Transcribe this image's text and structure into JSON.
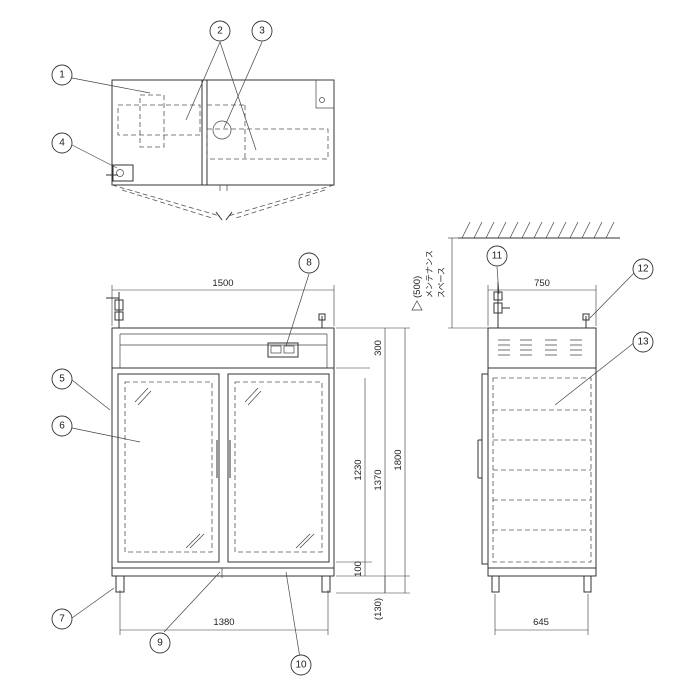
{
  "callouts": [
    "1",
    "2",
    "3",
    "4",
    "5",
    "6",
    "7",
    "8",
    "9",
    "10",
    "11",
    "12",
    "13"
  ],
  "dimensions": {
    "front_width": "1500",
    "door_width": "1380",
    "top_panel": "300",
    "door_height": "1230",
    "body_height": "1370",
    "total_height": "1800",
    "base": "100",
    "legs": "(130)",
    "side_depth": "750",
    "side_inner_depth": "645"
  },
  "maintenance_note": {
    "value": "(500)",
    "line1": "メンテナンス",
    "line2": "スペース"
  }
}
